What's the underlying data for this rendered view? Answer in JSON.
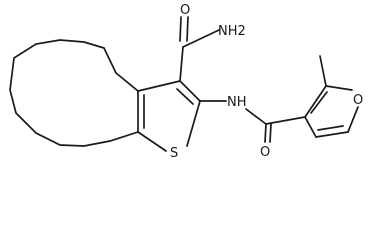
{
  "molecule": {
    "atoms": {
      "carboxamide_nh2": "NH2",
      "carboxamide_o": "O",
      "thiophene_s": "S",
      "amide_nh": "NH",
      "amide_o": "O",
      "furan_o": "O"
    }
  }
}
